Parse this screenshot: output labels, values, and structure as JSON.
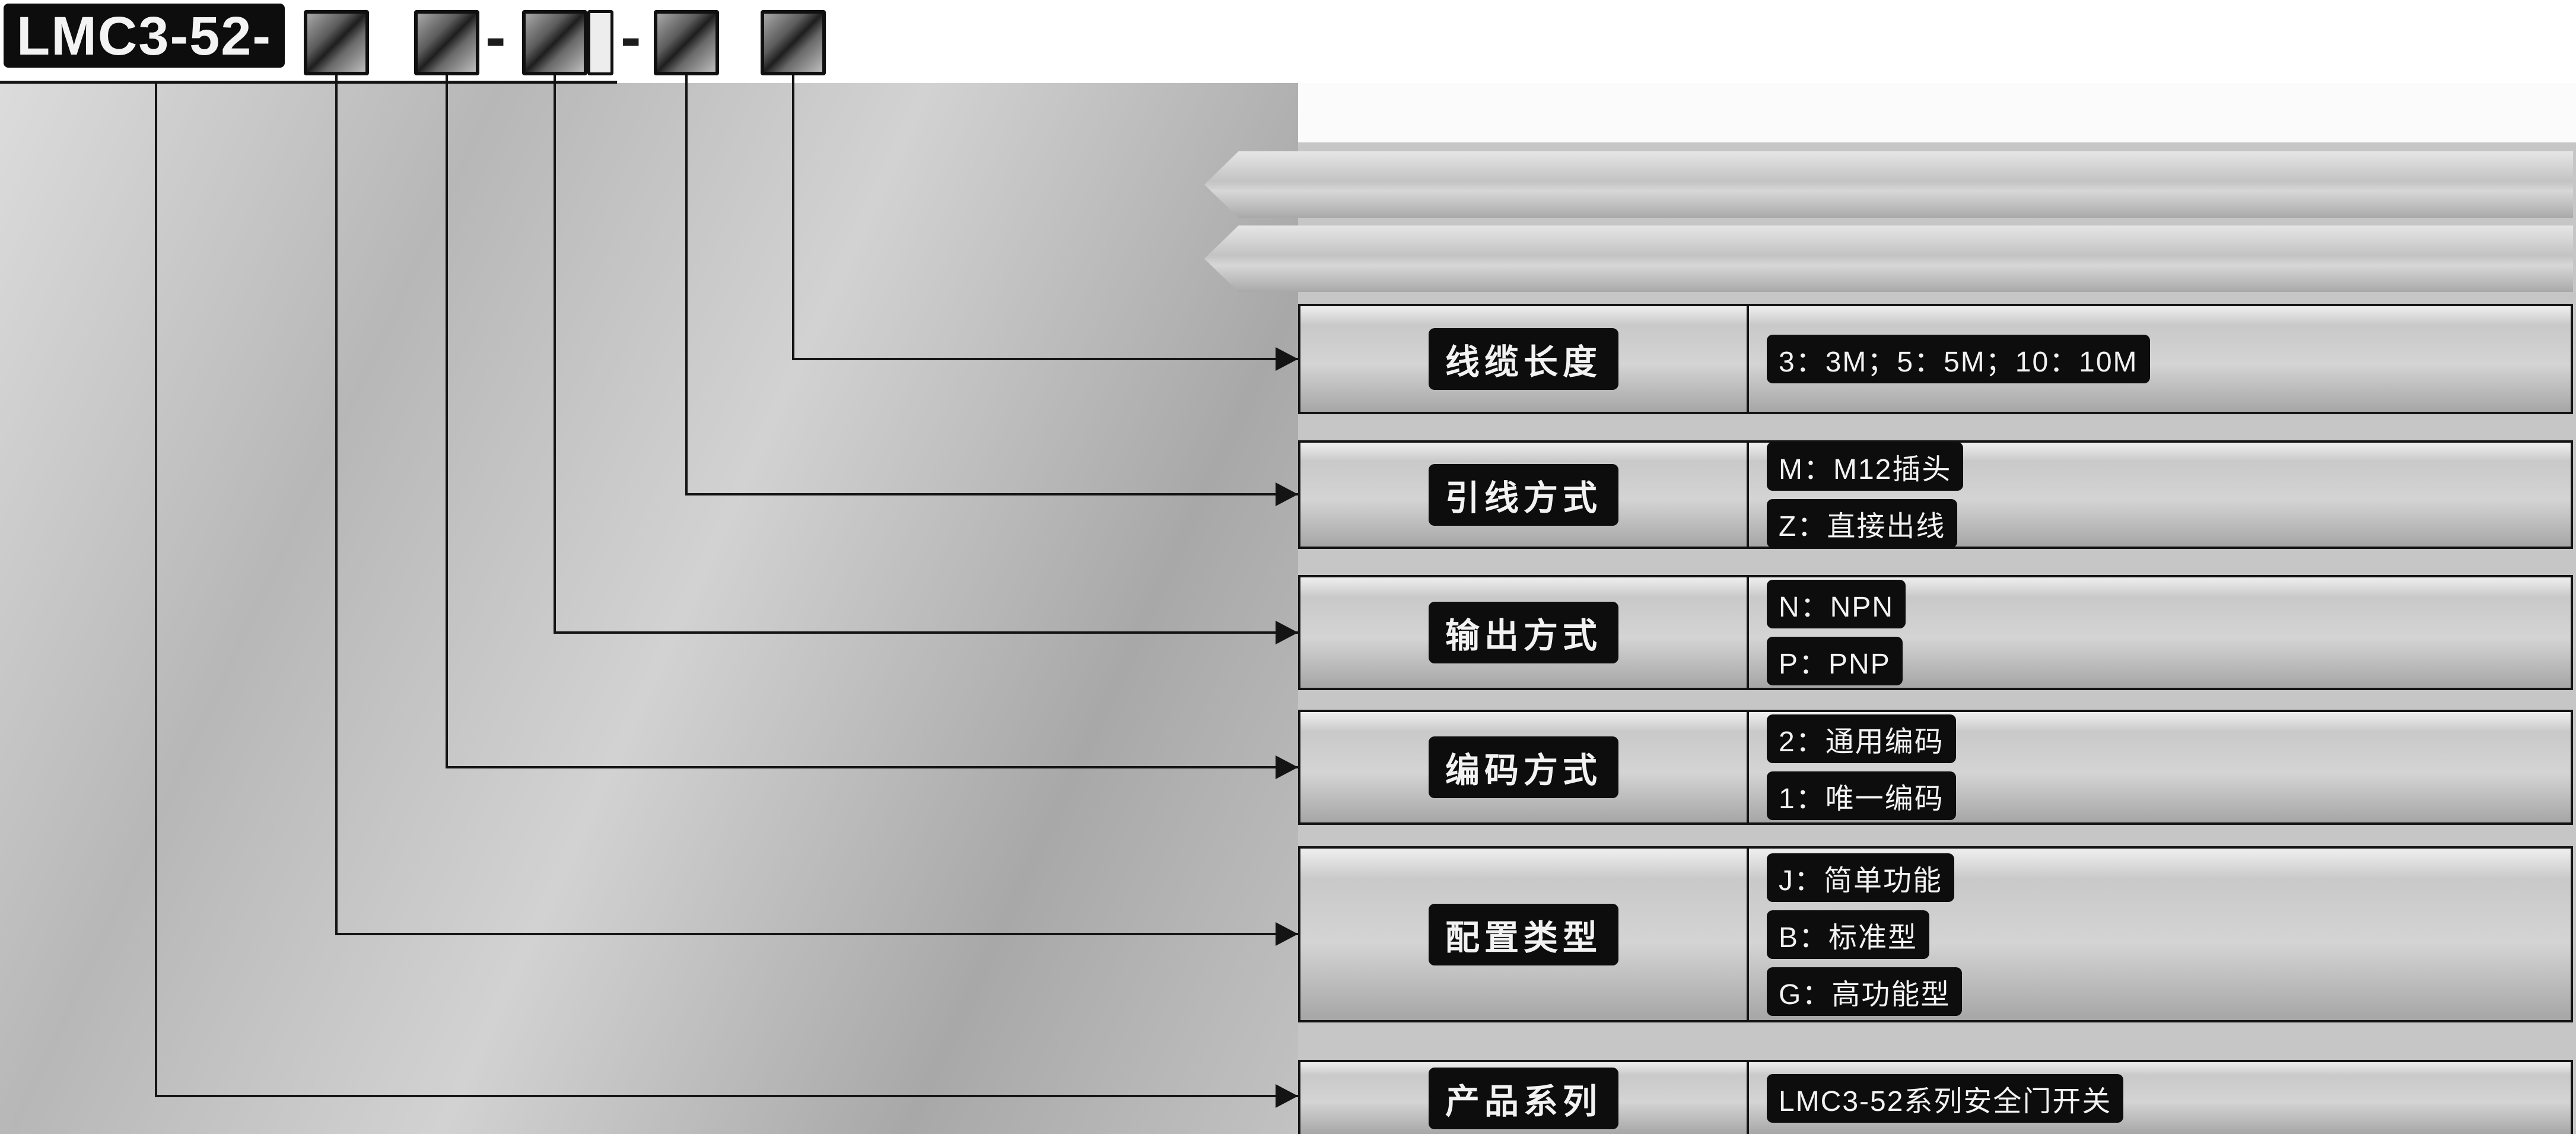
{
  "model": {
    "prefix": "LMC3-52-",
    "code_box_count": 5,
    "separators": [
      "-",
      "-"
    ]
  },
  "rows": [
    {
      "label": "线缆长度",
      "values": [
        "3：3M；5：5M；10：10M"
      ]
    },
    {
      "label": "引线方式",
      "values": [
        "M：M12插头",
        "Z：直接出线"
      ]
    },
    {
      "label": "输出方式",
      "values": [
        "N：NPN",
        "P：PNP"
      ]
    },
    {
      "label": "编码方式",
      "values": [
        "2：通用编码",
        "1：唯一编码"
      ]
    },
    {
      "label": "配置类型",
      "values": [
        "J：简单功能",
        "B：标准型",
        "G：高功能型"
      ]
    },
    {
      "label": "产品系列",
      "values": [
        "LMC3-52系列安全门开关"
      ]
    }
  ],
  "colors": {
    "line": "#141414",
    "pill_background": "#0d0d0d",
    "pill_text": "#f2f2f2",
    "row_background": "#cfcfcf",
    "page_background": "#c6c6c6"
  }
}
